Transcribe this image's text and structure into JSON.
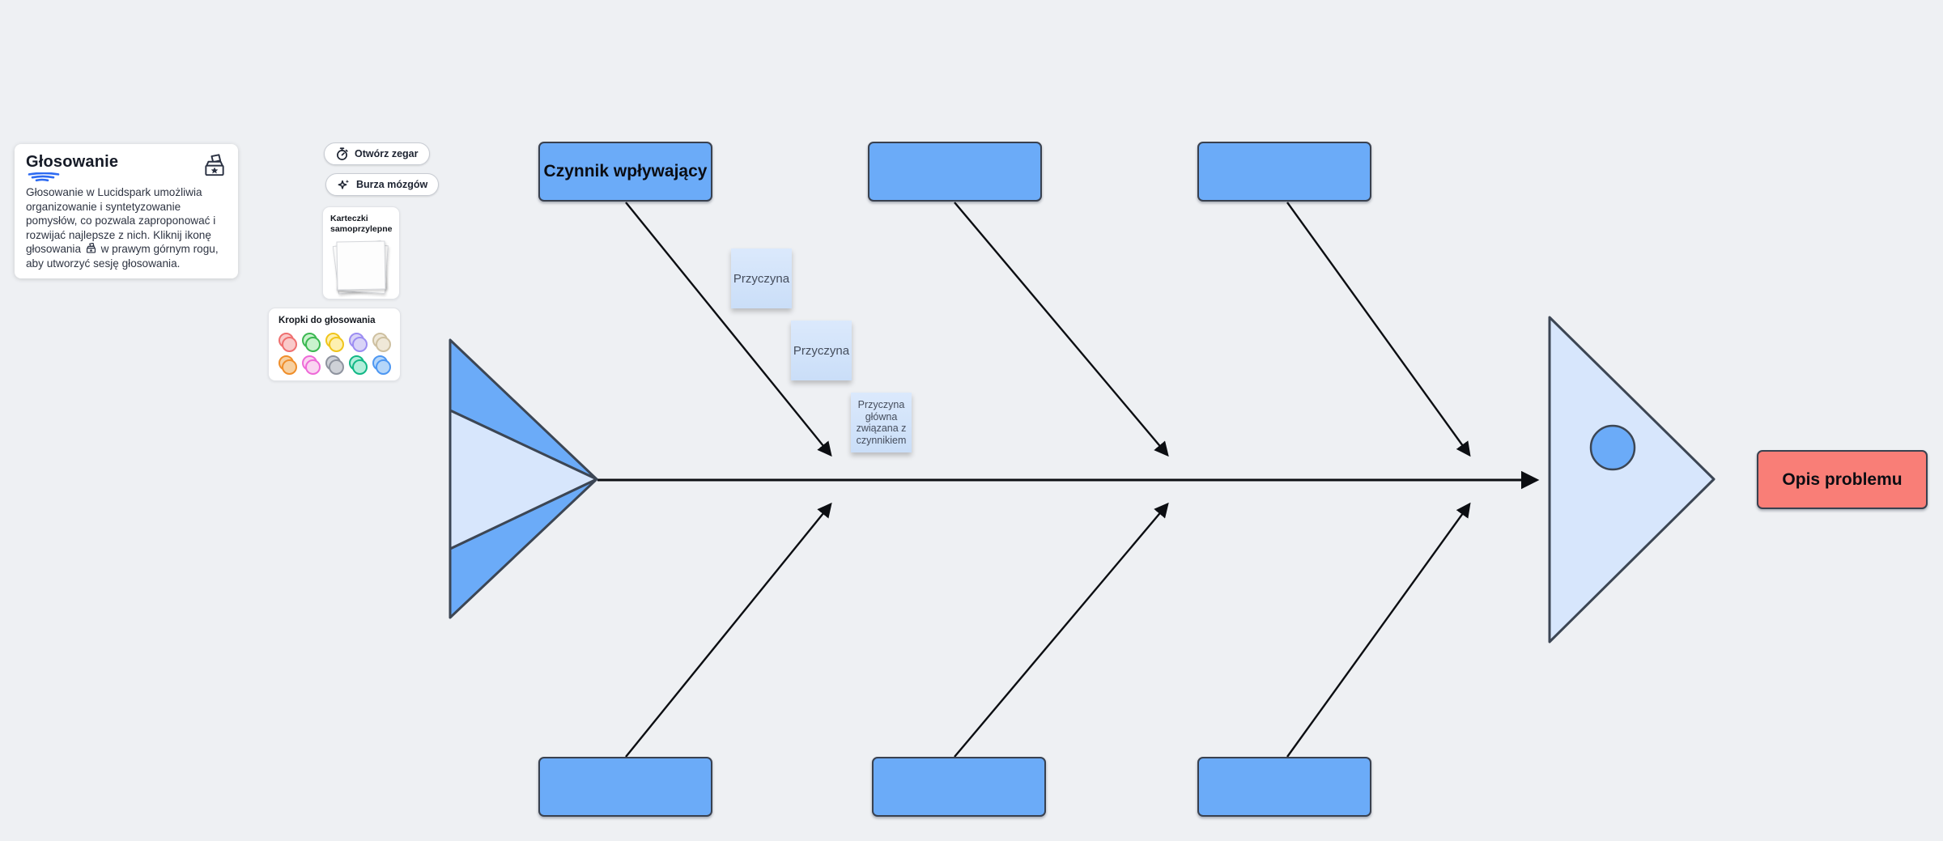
{
  "colors": {
    "background": "#eef0f3",
    "box_blue": "#6babf8",
    "shape_light_blue": "#d7e6fc",
    "shape_stroke": "#3c4654",
    "problem_red": "#f97e77",
    "sticky_blue": "#cfe1f9",
    "accent_blue": "#2e6bf2"
  },
  "voting_card": {
    "title": "Głosowanie",
    "body_before_icon": "Głosowanie w Lucidspark umożliwia organizowanie i syntetyzowanie pomysłów, co pozwala zaproponować i rozwijać najlepsze z nich. Kliknij ikonę głosowania",
    "body_after_icon": "w prawym górnym rogu, aby utworzyć sesję głosowania.",
    "corner_icon": "ballot-box-icon",
    "inline_icon": "ballot-box-icon"
  },
  "widgets": {
    "timer_button_label": "Otwórz zegar",
    "brainstorm_button_label": "Burza mózgów",
    "sticky_pad_title": "Karteczki samoprzylepne",
    "voting_dots_title": "Kropki do głosowania",
    "voting_dots": [
      {
        "name": "red",
        "fill": "#f9caca",
        "border": "#ef7070"
      },
      {
        "name": "green",
        "fill": "#c9f2cd",
        "border": "#3cb852"
      },
      {
        "name": "yellow",
        "fill": "#fdf0b0",
        "border": "#f0c51c"
      },
      {
        "name": "purple",
        "fill": "#d9d4f7",
        "border": "#9c8df2"
      },
      {
        "name": "beige",
        "fill": "#efe8d8",
        "border": "#cec0a0"
      },
      {
        "name": "orange",
        "fill": "#f7d0a0",
        "border": "#ef8e2a"
      },
      {
        "name": "magenta",
        "fill": "#fad4f1",
        "border": "#ee6ad8"
      },
      {
        "name": "gray",
        "fill": "#ced1d7",
        "border": "#8f949f"
      },
      {
        "name": "teal",
        "fill": "#b2eedb",
        "border": "#12b886"
      },
      {
        "name": "blue",
        "fill": "#b5d6f9",
        "border": "#4d97f2"
      }
    ]
  },
  "fishbone": {
    "factor_boxes": [
      {
        "position": "top-1",
        "label": "Czynnik wpływający"
      },
      {
        "position": "top-2",
        "label": ""
      },
      {
        "position": "top-3",
        "label": ""
      },
      {
        "position": "bottom-1",
        "label": ""
      },
      {
        "position": "bottom-2",
        "label": ""
      },
      {
        "position": "bottom-3",
        "label": ""
      }
    ],
    "cause_notes": [
      {
        "label": "Przyczyna"
      },
      {
        "label": "Przyczyna"
      },
      {
        "label": "Przyczyna główna związana z czynnikiem"
      }
    ],
    "problem_box_label": "Opis problemu"
  }
}
